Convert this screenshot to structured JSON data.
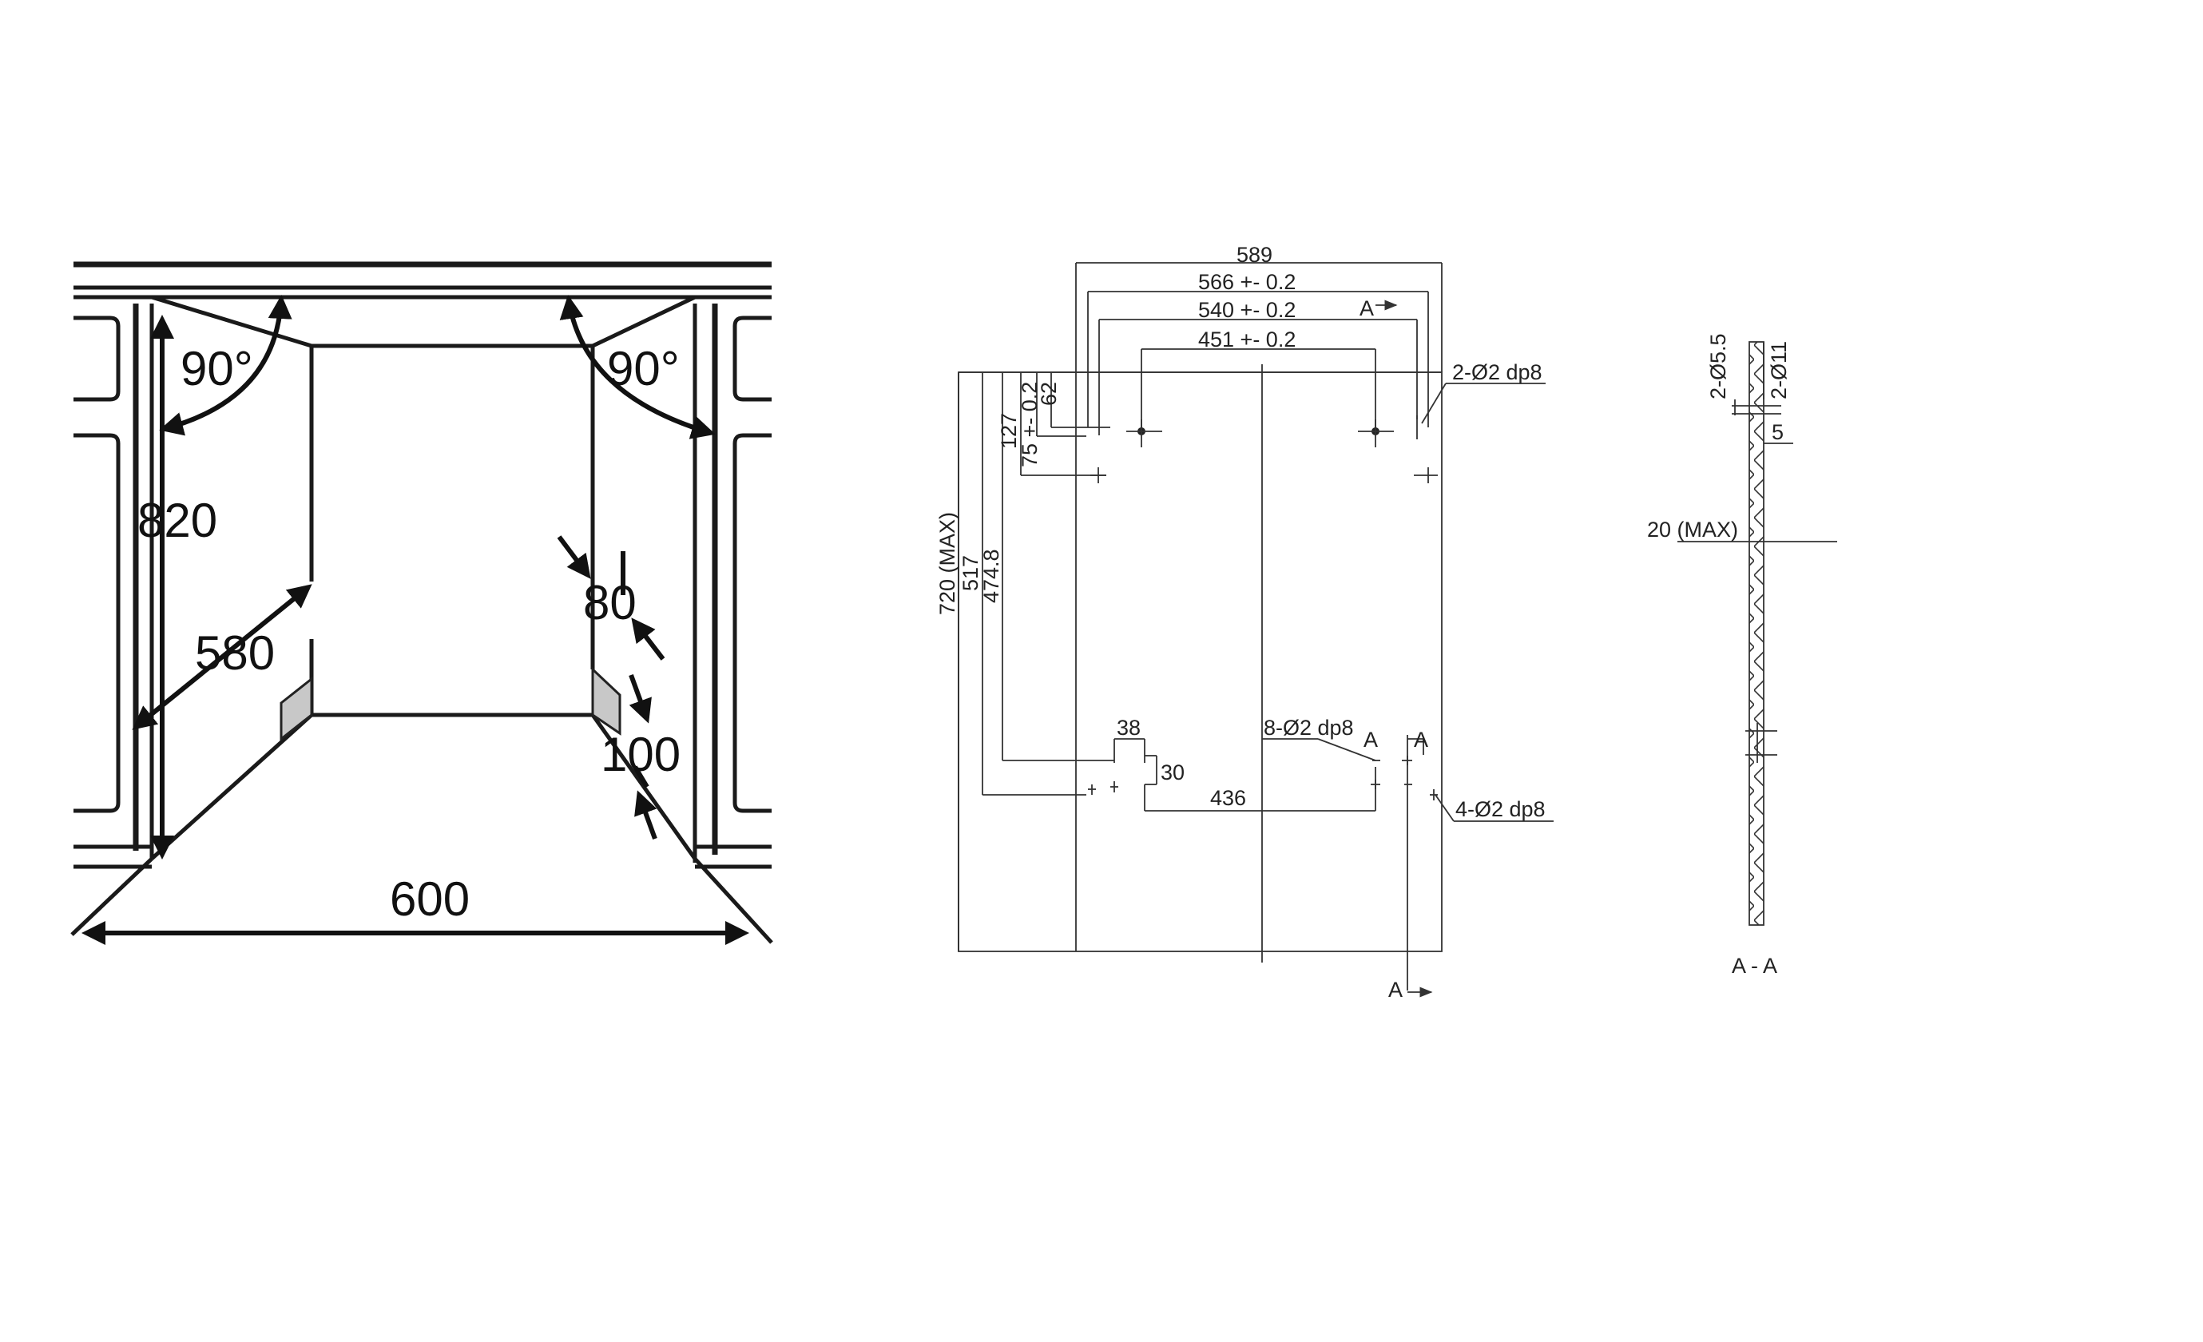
{
  "cabinet": {
    "angle_left": "90°",
    "angle_right": "90°",
    "height": "820",
    "depth": "580",
    "depth_offset": "80",
    "floor_offset": "100",
    "width": "600"
  },
  "door_panel": {
    "width_total": "589",
    "hole_span_1": "566 +- 0.2",
    "hole_span_2": "540 +- 0.2",
    "hole_span_3": "451 +- 0.2",
    "section_marker": "A",
    "top_holes_note": "2-Ø2 dp8",
    "height_max": "720 (MAX)",
    "height_517": "517",
    "height_474": "474.8",
    "offset_127": "127",
    "offset_75": "75 +- 0.2",
    "offset_62": "62",
    "dim_38": "38",
    "dim_30": "30",
    "dim_436": "436",
    "mid_holes_note": "8-Ø2 dp8",
    "bottom_holes_note": "4-Ø2 dp8"
  },
  "section": {
    "hole_55": "2-Ø5.5",
    "hole_11": "2-Ø11",
    "depth_5": "5",
    "thickness_max": "20 (MAX)",
    "label": "A - A"
  }
}
